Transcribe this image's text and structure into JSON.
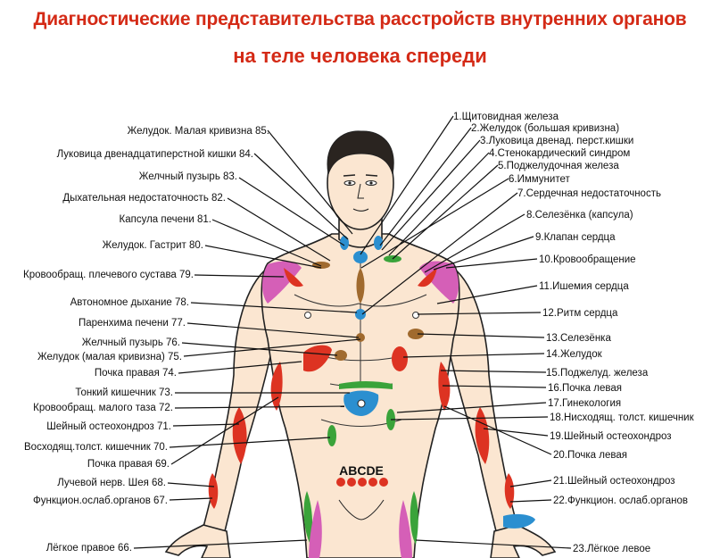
{
  "title": {
    "line1": "Диагностические представительства расстройств внутренних органов",
    "line2": "на теле человека спереди"
  },
  "figure_label": "ABCDE",
  "colors": {
    "title": "#d42a16",
    "red": "#dd3322",
    "green": "#3aa33a",
    "blue": "#2b8fd0",
    "pink": "#d55fb7",
    "brown": "#a06a2e",
    "skin": "#fbe6d1"
  },
  "labels_left": [
    "Желудок. Малая кривизна 85.",
    "Луковица двенадцатиперстной кишки 84.",
    "Желчный пузырь 83.",
    "Дыхательная недостаточность 82.",
    "Капсула печени 81.",
    "Желудок. Гастрит 80.",
    "Кровообращ. плечевого сустава 79.",
    "Автономное дыхание 78.",
    "Паренхима печени 77.",
    "Желчный пузырь 76.",
    "Желудок (малая кривизна) 75.",
    "Почка правая 74.",
    "Тонкий кишечник 73.",
    "Кровообращ. малого таза 72.",
    "Шейный остеохондроз 71.",
    "Восходящ.толст. кишечник 70.",
    "Почка правая 69.",
    "Лучевой нерв. Шея 68.",
    "Функцион.ослаб.органов 67.",
    "Лёгкое правое 66."
  ],
  "labels_right": [
    "1.Щитовидная железа",
    "2.Желудок (большая кривизна)",
    "3.Луковица двенад. перст.кишки",
    "4.Стенокардический синдром",
    "5.Поджелудочная железа",
    "6.Иммунитет",
    "7.Сердечная недостаточность",
    "8.Селезёнка (капсула)",
    "9.Клапан сердца",
    "10.Кровообращение",
    "11.Ишемия сердца",
    "12.Ритм сердца",
    "13.Селезёнка",
    "14.Желудок",
    "15.Поджелуд. железа",
    "16.Почка левая",
    "17.Гинекология",
    "18.Нисходящ. толст. кишечник",
    "19.Шейный остеохондроз",
    "20.Почка левая",
    "21.Шейный остеохондроз",
    "22.Функцион. ослаб.органов",
    "23.Лёгкое левое"
  ]
}
